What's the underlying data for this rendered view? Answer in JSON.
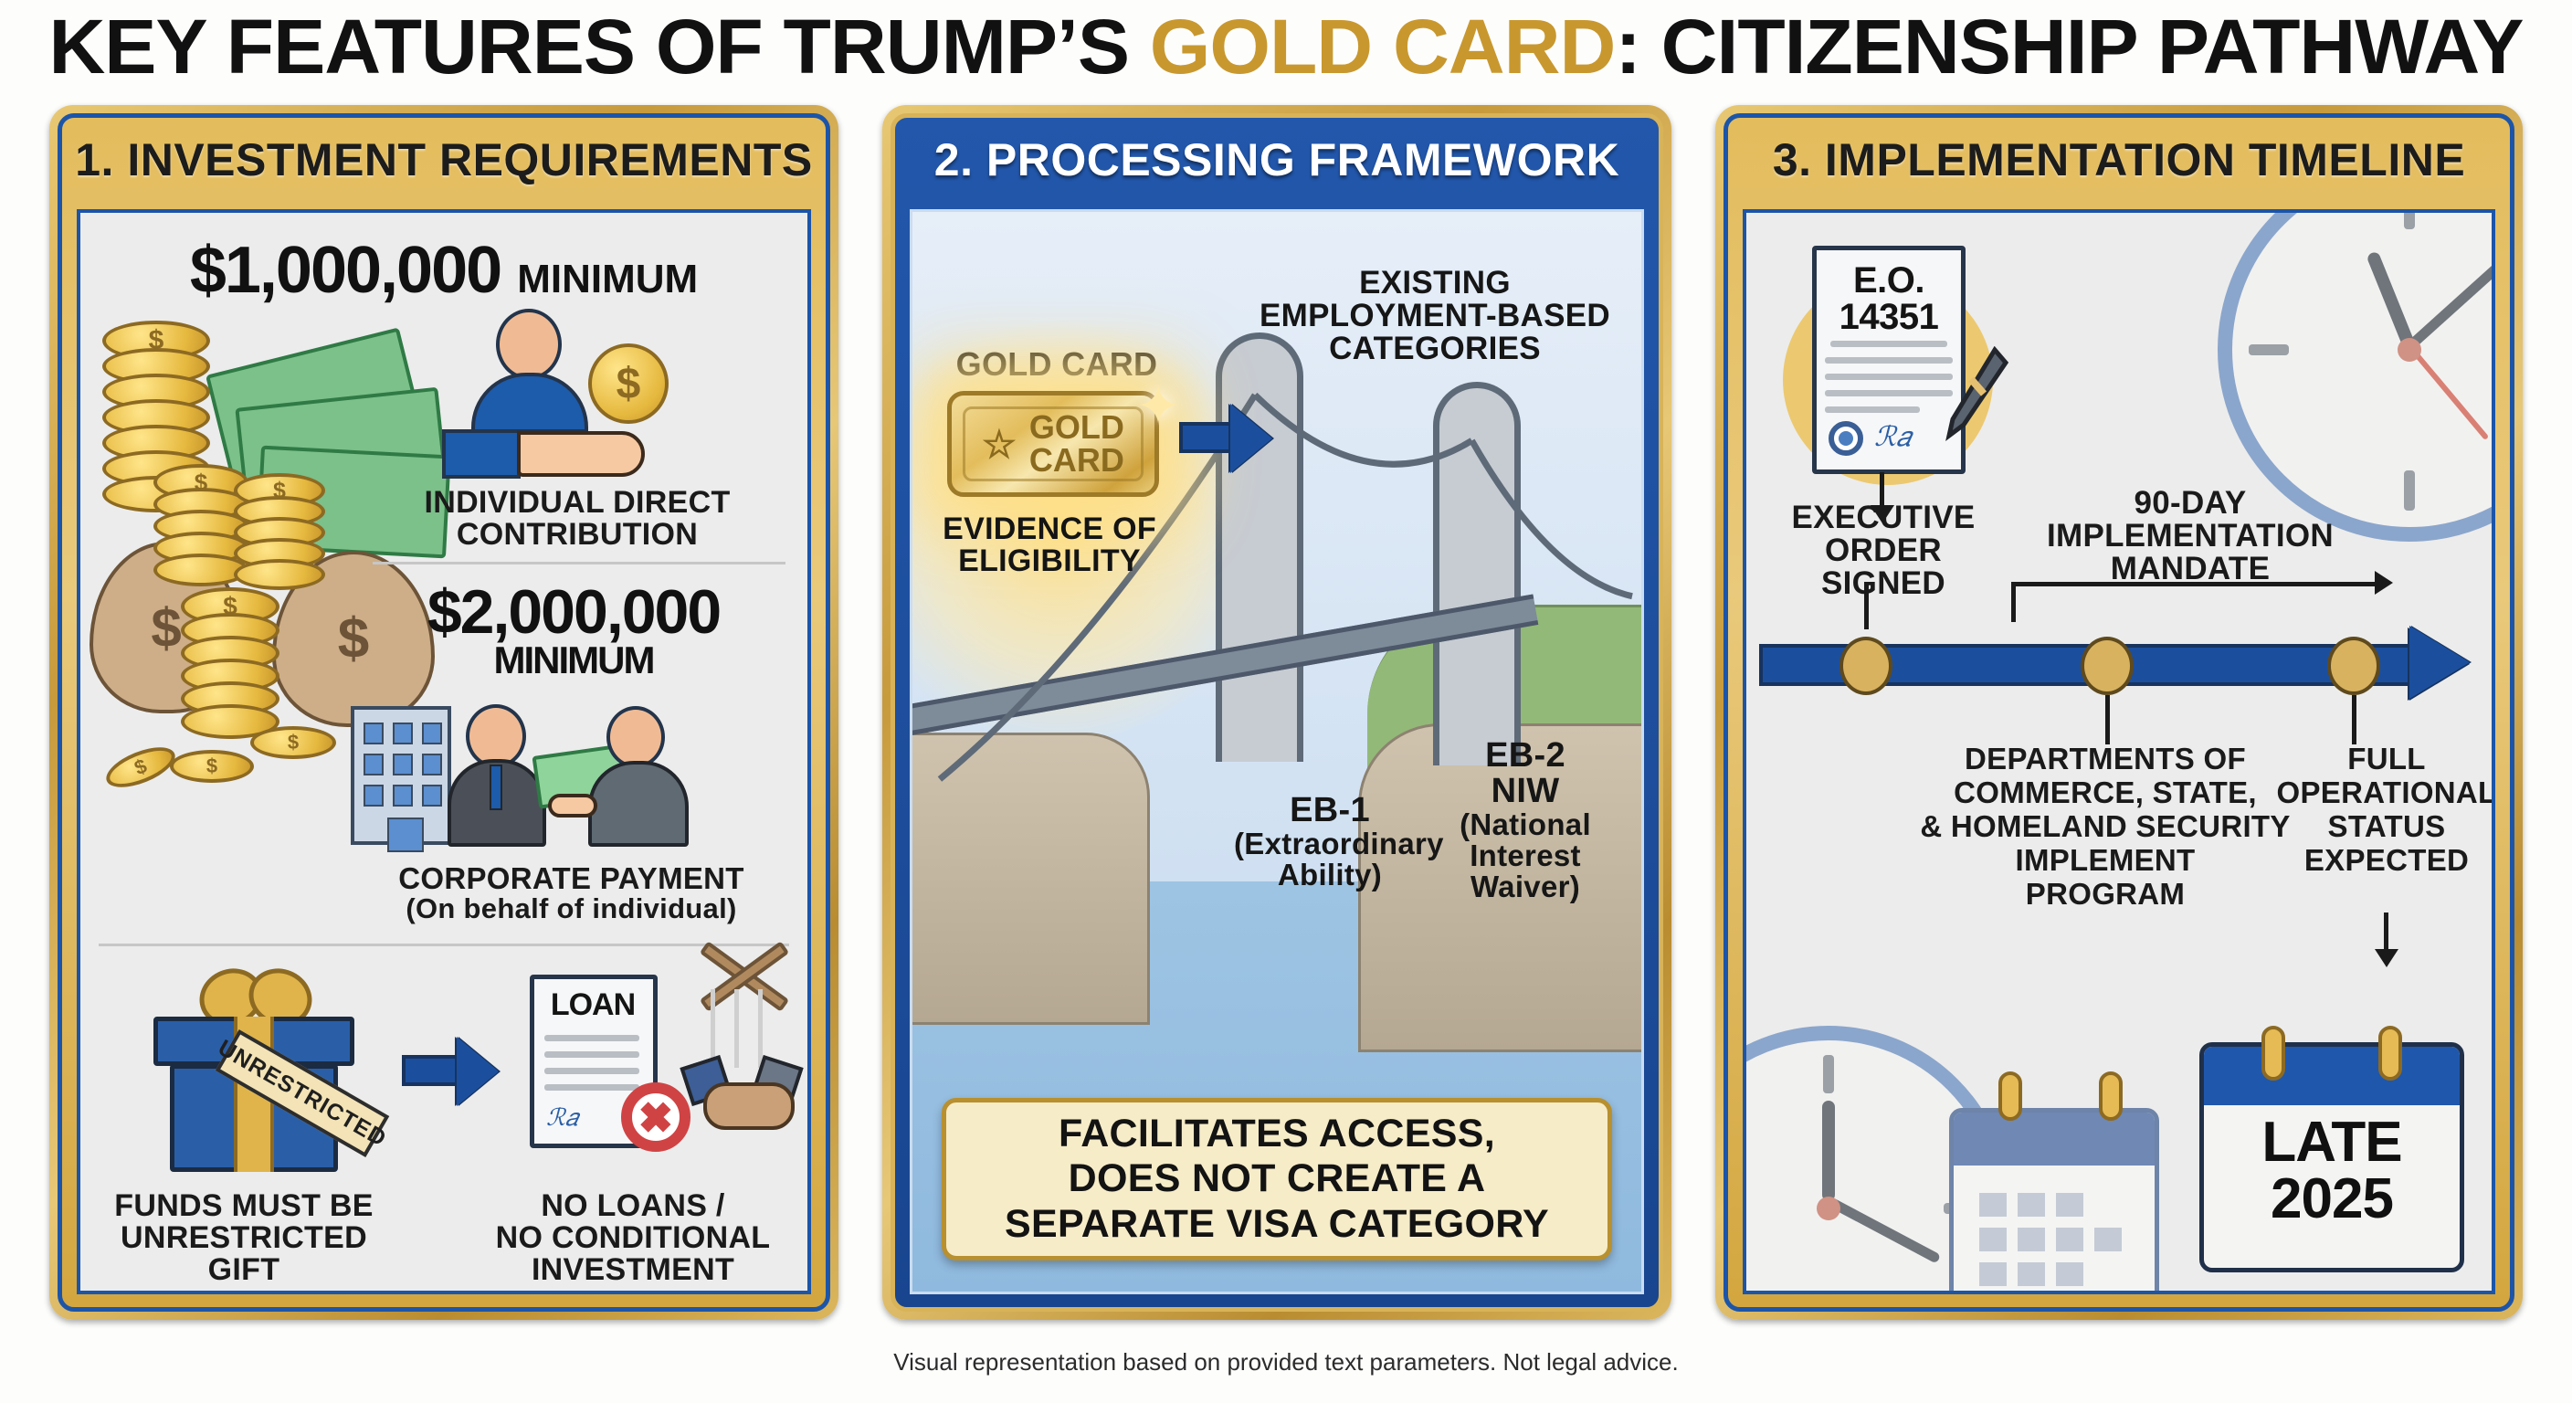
{
  "title": {
    "part1": "KEY FEATURES OF TRUMP’S ",
    "highlight": "GOLD CARD",
    "part2": ": CITIZENSHIP PATHWAY",
    "gold_color": "#c8982f"
  },
  "footer": "Visual representation based on provided text parameters. Not legal advice.",
  "panels": [
    {
      "header": "1. INVESTMENT REQUIREMENTS",
      "header_style": "gold",
      "amount1": "$1,000,000",
      "amount1_suffix": "MINIMUM",
      "caption1_line1": "INDIVIDUAL DIRECT",
      "caption1_line2": "CONTRIBUTION",
      "amount2": "$2,000,000",
      "amount2_suffix": "MINIMUM",
      "caption2_line1": "CORPORATE PAYMENT",
      "caption2_line2": "(On behalf of individual)",
      "gift_tag": "UNRESTRICTED",
      "loan_label": "LOAN",
      "caption3_line1": "FUNDS MUST BE",
      "caption3_line2": "UNRESTRICTED",
      "caption3_line3": "GIFT",
      "caption4_line1": "NO LOANS /",
      "caption4_line2": "NO CONDITIONAL",
      "caption4_line3": "INVESTMENT",
      "coin_symbol": "$",
      "bag_symbol": "$"
    },
    {
      "header": "2. PROCESSING FRAMEWORK",
      "header_style": "blue",
      "gold_card_label": "GOLD CARD",
      "card_text_line1": "GOLD",
      "card_text_line2": "CARD",
      "card_star": "☆",
      "evidence_line1": "EVIDENCE OF",
      "evidence_line2": "ELIGIBILITY",
      "existing_line1": "EXISTING",
      "existing_line2": "EMPLOYMENT-BASED",
      "existing_line3": "CATEGORIES",
      "eb1_code": "EB-1",
      "eb1_desc_line1": "(Extraordinary",
      "eb1_desc_line2": "Ability)",
      "eb2_code": "EB-2",
      "eb2_code2": "NIW",
      "eb2_desc_line1": "(National",
      "eb2_desc_line2": "Interest",
      "eb2_desc_line3": "Waiver)",
      "callout_line1": "FACILITATES ACCESS,",
      "callout_line2": "DOES NOT CREATE A",
      "callout_line3": "SEPARATE VISA CATEGORY"
    },
    {
      "header": "3. IMPLEMENTATION TIMELINE",
      "header_style": "gold",
      "eo_line1": "E.O.",
      "eo_line2": "14351",
      "milestone1_line1": "EXECUTIVE",
      "milestone1_line2": "ORDER",
      "milestone1_line3": "SIGNED",
      "mandate_line1": "90-DAY",
      "mandate_line2": "IMPLEMENTATION",
      "mandate_line3": "MANDATE",
      "milestone2_line1": "DEPARTMENTS OF",
      "milestone2_line2": "COMMERCE, STATE,",
      "milestone2_line3": "& HOMELAND SECURITY",
      "milestone2_line4": "IMPLEMENT",
      "milestone2_line5": "PROGRAM",
      "milestone3_line1": "FULL",
      "milestone3_line2": "OPERATIONAL",
      "milestone3_line3": "STATUS",
      "milestone3_line4": "EXPECTED",
      "calendar_line1": "LATE",
      "calendar_line2": "2025"
    }
  ],
  "theme": {
    "gold": "#d3a63f",
    "blue": "#1c55a8",
    "deep_blue": "#1b4f9e",
    "canvas_bg": "#ececec",
    "callout_bg": "#f6ecc8"
  }
}
